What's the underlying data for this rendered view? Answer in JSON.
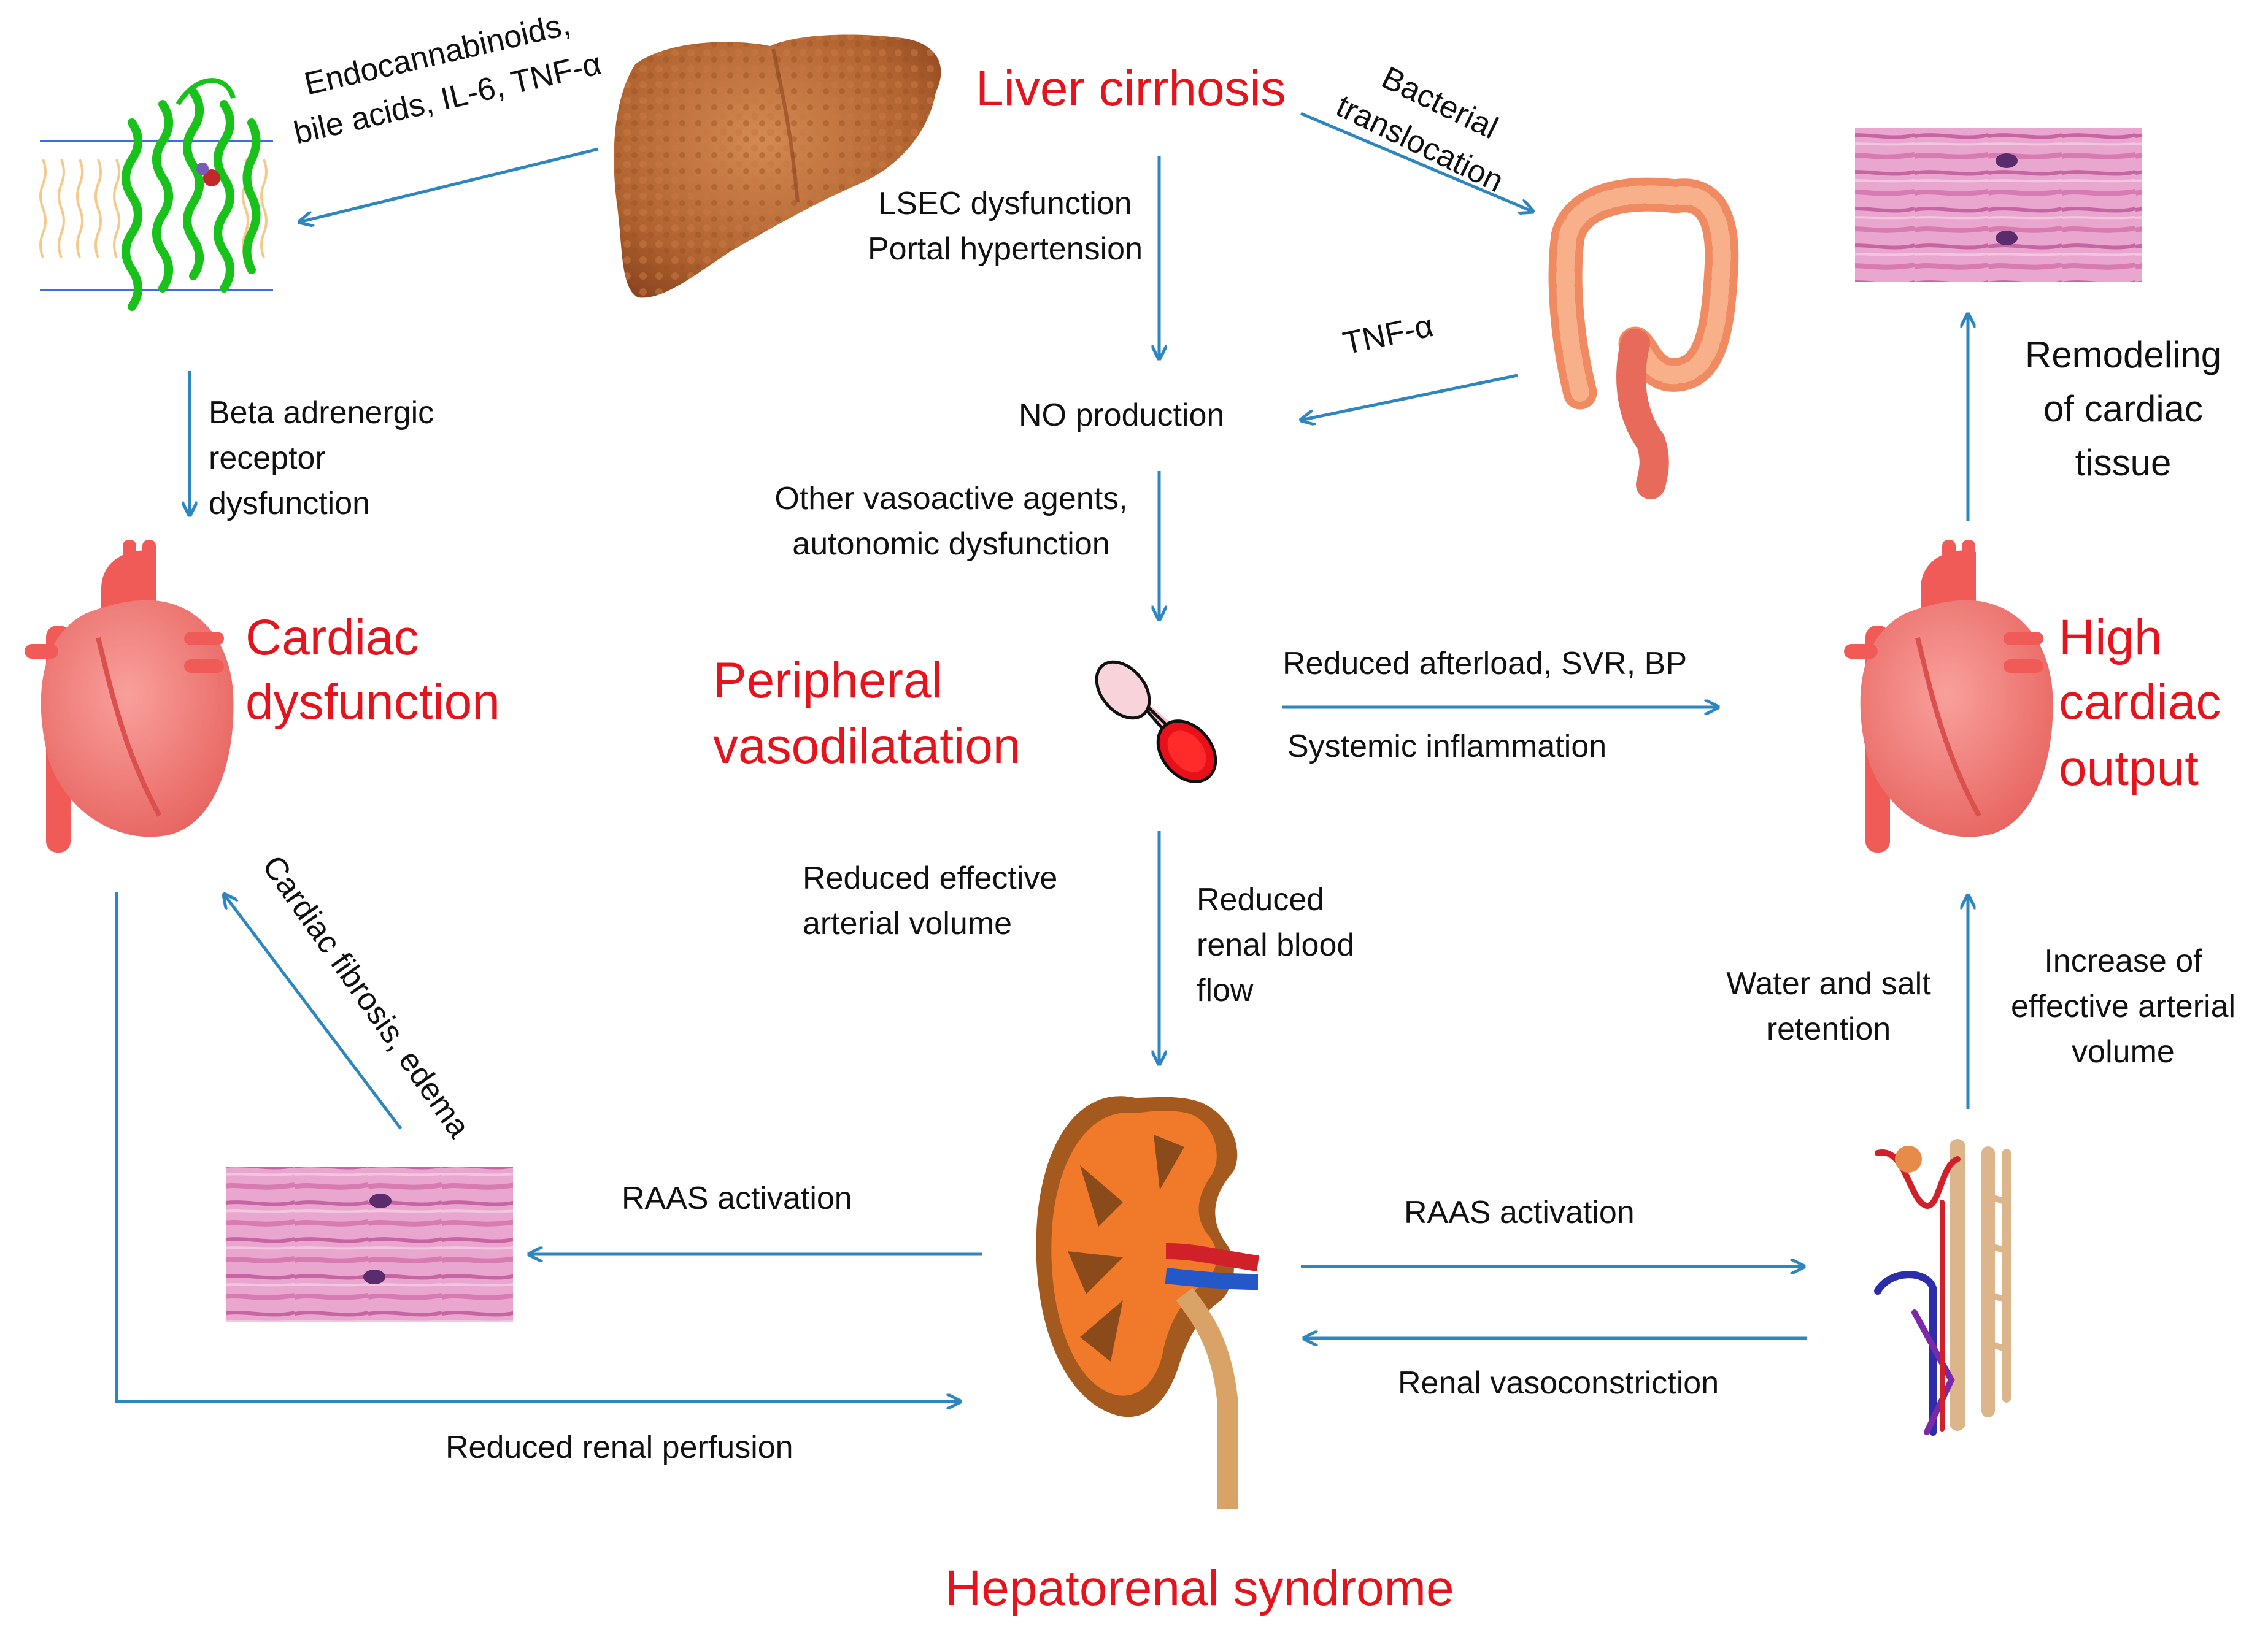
{
  "titles": {
    "liver": "Liver cirrhosis",
    "cardiac_dysfunction": [
      "Cardiac",
      "dysfunction"
    ],
    "peripheral": [
      "Peripheral",
      "vasodilatation"
    ],
    "high_output": [
      "High",
      "cardiac",
      "output"
    ],
    "hrs": "Hepatorenal syndrome"
  },
  "labels": {
    "endocannabinoids": [
      "Endocannabinoids,",
      "bile acids, IL-6, TNF-α"
    ],
    "bacterial": [
      "Bacterial",
      "translocation"
    ],
    "lsec": [
      "LSEC dysfunction",
      "Portal hypertension"
    ],
    "tnf": "TNF-α",
    "no_production": "NO production",
    "beta": [
      "Beta adrenergic",
      "receptor",
      "dysfunction"
    ],
    "other_agents": [
      "Other vasoactive agents,",
      "autonomic dysfunction"
    ],
    "afterload": "Reduced afterload, SVR, BP",
    "systemic": "Systemic inflammation",
    "remodeling": [
      "Remodeling",
      "of cardiac",
      "tissue"
    ],
    "cardiac_fibrosis": "Cardiac fibrosis, edema",
    "reduced_effective": [
      "Reduced effective",
      "arterial volume"
    ],
    "reduced_renal_blood": [
      "Reduced",
      "renal blood",
      "flow"
    ],
    "water_salt": [
      "Water and salt",
      "retention"
    ],
    "increase_effective": [
      "Increase of",
      "effective arterial",
      "volume"
    ],
    "raas_left": "RAAS  activation",
    "raas_right": "RAAS  activation",
    "renal_vasoconstriction": "Renal vasoconstriction",
    "reduced_renal_perfusion": "Reduced renal perfusion"
  },
  "colors": {
    "arrow": "#2e86c1",
    "title_red": "#e5131c",
    "tissue": "#d77bb0",
    "liver": "#b8683a",
    "heart": "#f07a78",
    "kidney": "#d2691e"
  },
  "icons": {
    "liver": "liver-illustration",
    "protein": "receptor-protein-illustration",
    "colon": "colon-illustration",
    "tissue": "cardiac-tissue-micrograph",
    "heart": "heart-illustration",
    "vessel": "blood-vessel-icon",
    "kidney": "kidney-illustration",
    "nephron": "nephron-illustration"
  }
}
